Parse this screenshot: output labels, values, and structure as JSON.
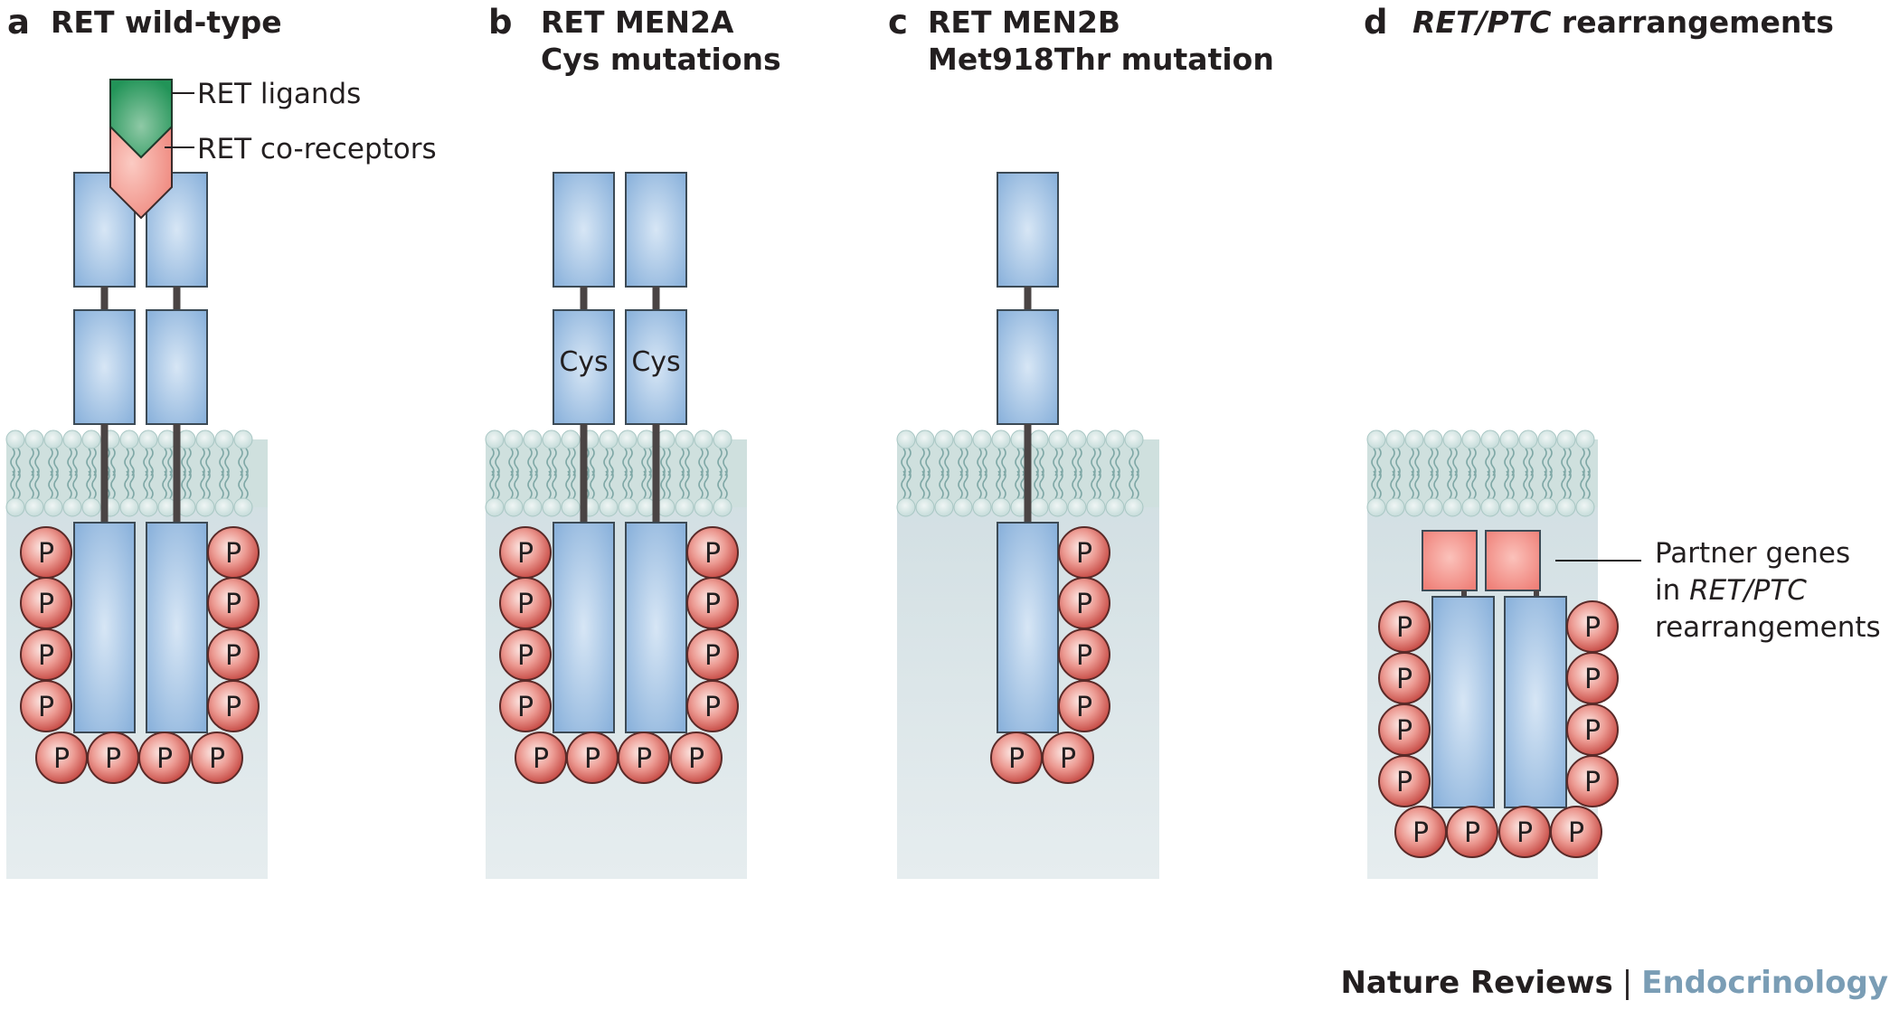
{
  "panels": [
    {
      "letter": "a",
      "title_lines": [
        "RET wild-type"
      ],
      "title_italic_prefix": "",
      "receptors": 2,
      "extracellular_domains": 2,
      "cys_labels": false,
      "ligand_bound": true,
      "partner_genes": false,
      "phospho_side": "both",
      "phospho_count": 12
    },
    {
      "letter": "b",
      "title_lines": [
        "RET MEN2A",
        "Cys mutations"
      ],
      "title_italic_prefix": "",
      "receptors": 2,
      "extracellular_domains": 2,
      "cys_labels": true,
      "ligand_bound": false,
      "partner_genes": false,
      "phospho_side": "both",
      "phospho_count": 12
    },
    {
      "letter": "c",
      "title_lines": [
        "RET MEN2B",
        "Met918Thr mutation"
      ],
      "title_italic_prefix": "",
      "receptors": 1,
      "extracellular_domains": 2,
      "cys_labels": false,
      "ligand_bound": false,
      "partner_genes": false,
      "phospho_side": "right",
      "phospho_count": 6
    },
    {
      "letter": "d",
      "title_lines": [
        " rearrangements"
      ],
      "title_italic_prefix": "RET/PTC",
      "receptors": 2,
      "extracellular_domains": 0,
      "cys_labels": false,
      "ligand_bound": false,
      "partner_genes": true,
      "phospho_side": "both",
      "phospho_count": 12
    }
  ],
  "labels": {
    "ret_ligands": "RET ligands",
    "ret_coreceptors": "RET co-receptors",
    "cys": "Cys",
    "phospho": "P",
    "partner_line1": "Partner genes",
    "partner_line2_prefix": "in ",
    "partner_line2_italic": "RET/PTC",
    "partner_line3": "rearrangements"
  },
  "credit": {
    "journal": "Nature Reviews",
    "separator": "|",
    "section": "Endocrinology"
  },
  "colors": {
    "domain_blue": "#8fb6de",
    "domain_blue_light": "#d4e4f4",
    "phospho_red": "#d9615a",
    "phospho_light": "#fbe0dc",
    "ligand_green": "#2a9a62",
    "coreceptor_pink": "#f2958c",
    "partner_red": "#f0847c",
    "membrane": "#cfe0df",
    "cytoplasm": "#d6e2e5",
    "linker": "#4a4444",
    "credit_blue": "#7a9db5"
  }
}
